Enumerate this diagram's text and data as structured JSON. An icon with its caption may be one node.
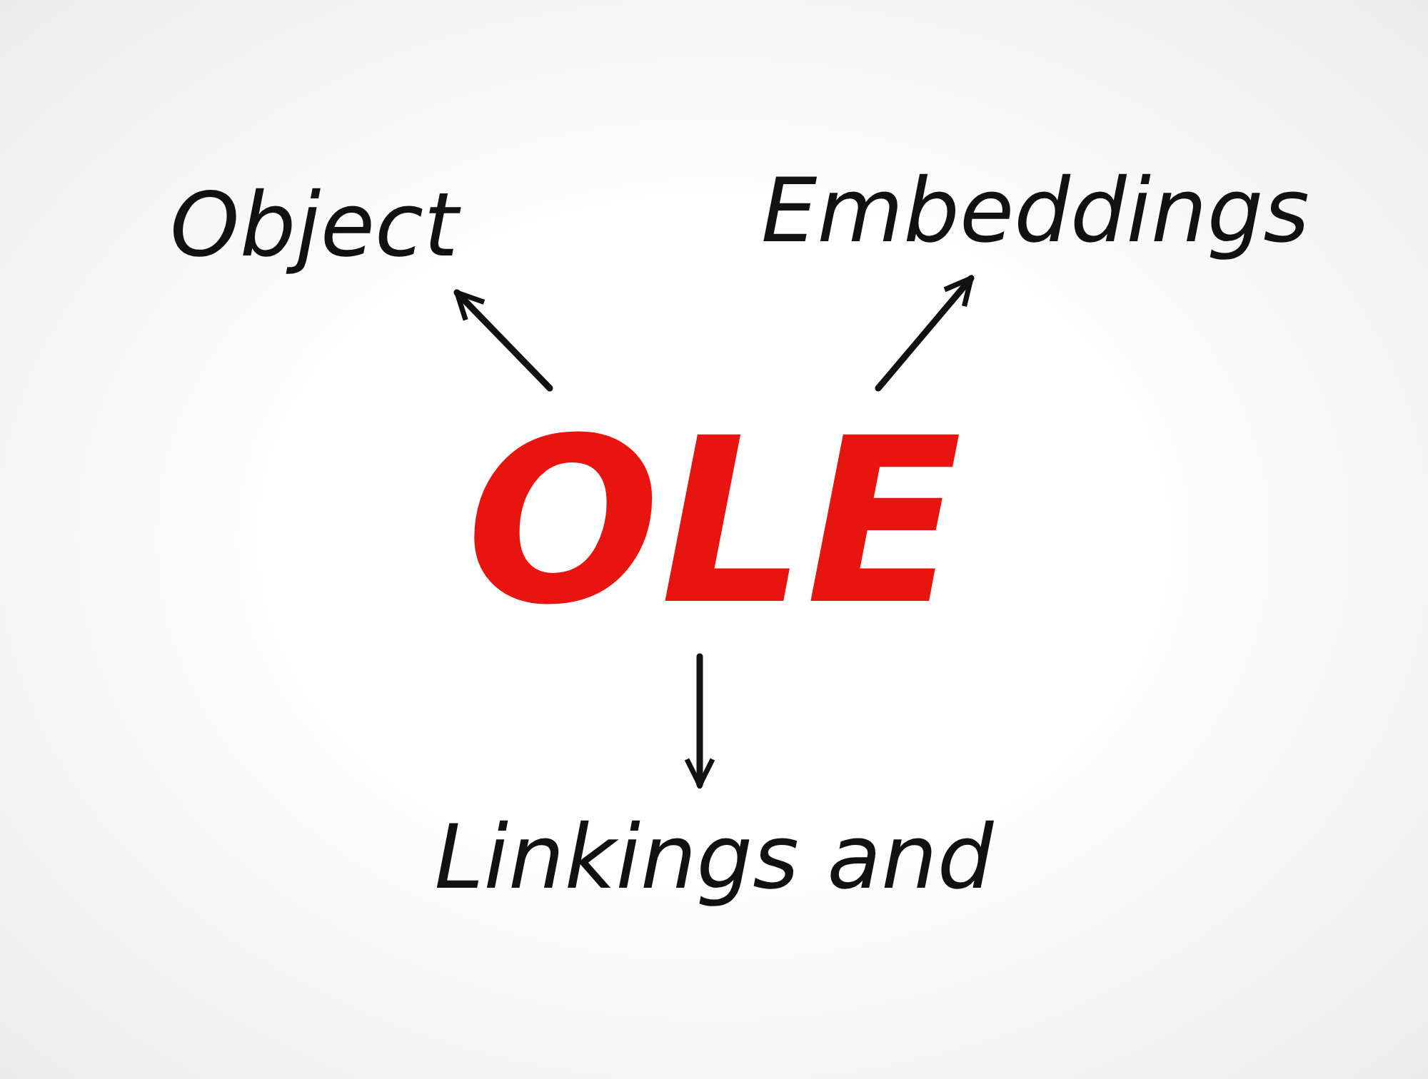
{
  "diagram": {
    "nodes": [
      {
        "text": [
          "OLE"
        ]
      },
      {
        "text": [
          "Object"
        ]
      },
      {
        "text": [
          "Embeddings"
        ]
      },
      {
        "text": [
          "Linkings and"
        ]
      }
    ],
    "edges": [
      {
        "from": 0,
        "to": 1,
        "arrow": "to"
      },
      {
        "from": 0,
        "to": 2,
        "arrow": "to"
      },
      {
        "from": 0,
        "to": 3,
        "arrow": "to"
      }
    ]
  }
}
